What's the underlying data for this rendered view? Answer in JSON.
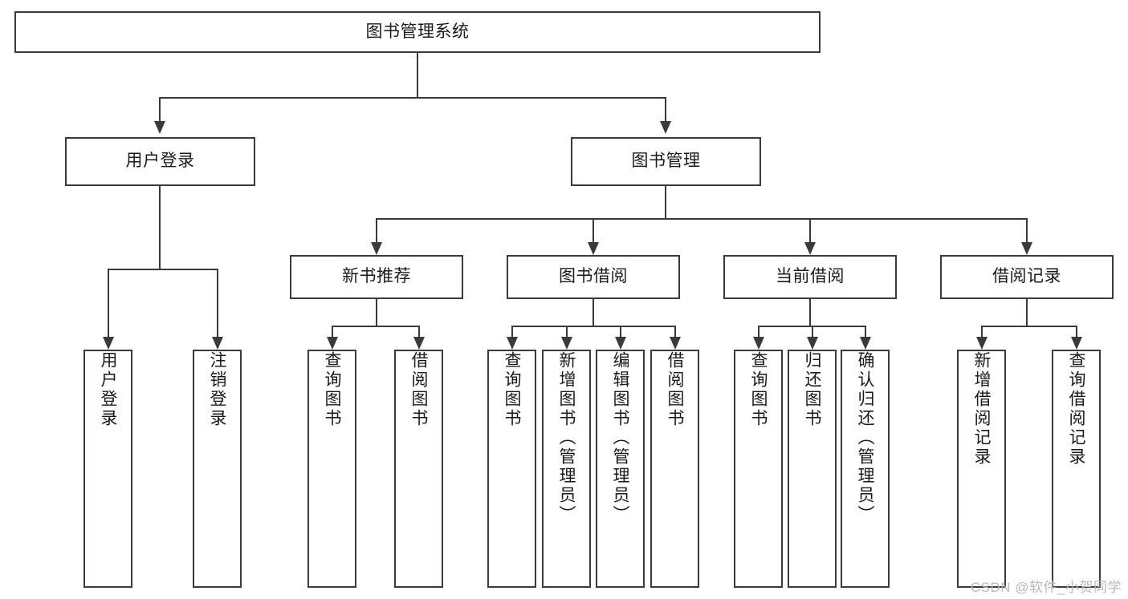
{
  "diagram": {
    "type": "tree-hierarchy",
    "title": "图书管理系统",
    "watermark": "CSDN @软件_小贺同学",
    "colors": {
      "stroke": "#3a3a3a",
      "fill": "#ffffff",
      "text": "#1a1a1a",
      "watermark": "#b9b9b9"
    },
    "root": {
      "label": "图书管理系统"
    },
    "level2": [
      {
        "id": "user-login",
        "label": "用户登录"
      },
      {
        "id": "book-manage",
        "label": "图书管理"
      }
    ],
    "level3": [
      {
        "id": "new-book-recommend",
        "label": "新书推荐"
      },
      {
        "id": "book-borrow",
        "label": "图书借阅"
      },
      {
        "id": "current-borrow",
        "label": "当前借阅"
      },
      {
        "id": "borrow-record",
        "label": "借阅记录"
      }
    ],
    "leaves": {
      "user_login": [
        {
          "id": "leaf-user-login",
          "label": "用户登录"
        },
        {
          "id": "leaf-logout-login",
          "label": "注销登录"
        }
      ],
      "new_book_recommend": [
        {
          "id": "leaf-query-book-1",
          "label": "查询图书"
        },
        {
          "id": "leaf-borrow-book-1",
          "label": "借阅图书"
        }
      ],
      "book_borrow": [
        {
          "id": "leaf-query-book-2",
          "label": "查询图书"
        },
        {
          "id": "leaf-add-book",
          "label": "新增图书（管理员）"
        },
        {
          "id": "leaf-edit-book",
          "label": "编辑图书（管理员）"
        },
        {
          "id": "leaf-borrow-book-2",
          "label": "借阅图书"
        }
      ],
      "current_borrow": [
        {
          "id": "leaf-query-book-3",
          "label": "查询图书"
        },
        {
          "id": "leaf-return-book",
          "label": "归还图书"
        },
        {
          "id": "leaf-confirm-return",
          "label": "确认归还（管理员）"
        }
      ],
      "borrow_record": [
        {
          "id": "leaf-add-record",
          "label": "新增借阅记录"
        },
        {
          "id": "leaf-query-record",
          "label": "查询借阅记录"
        }
      ]
    }
  }
}
